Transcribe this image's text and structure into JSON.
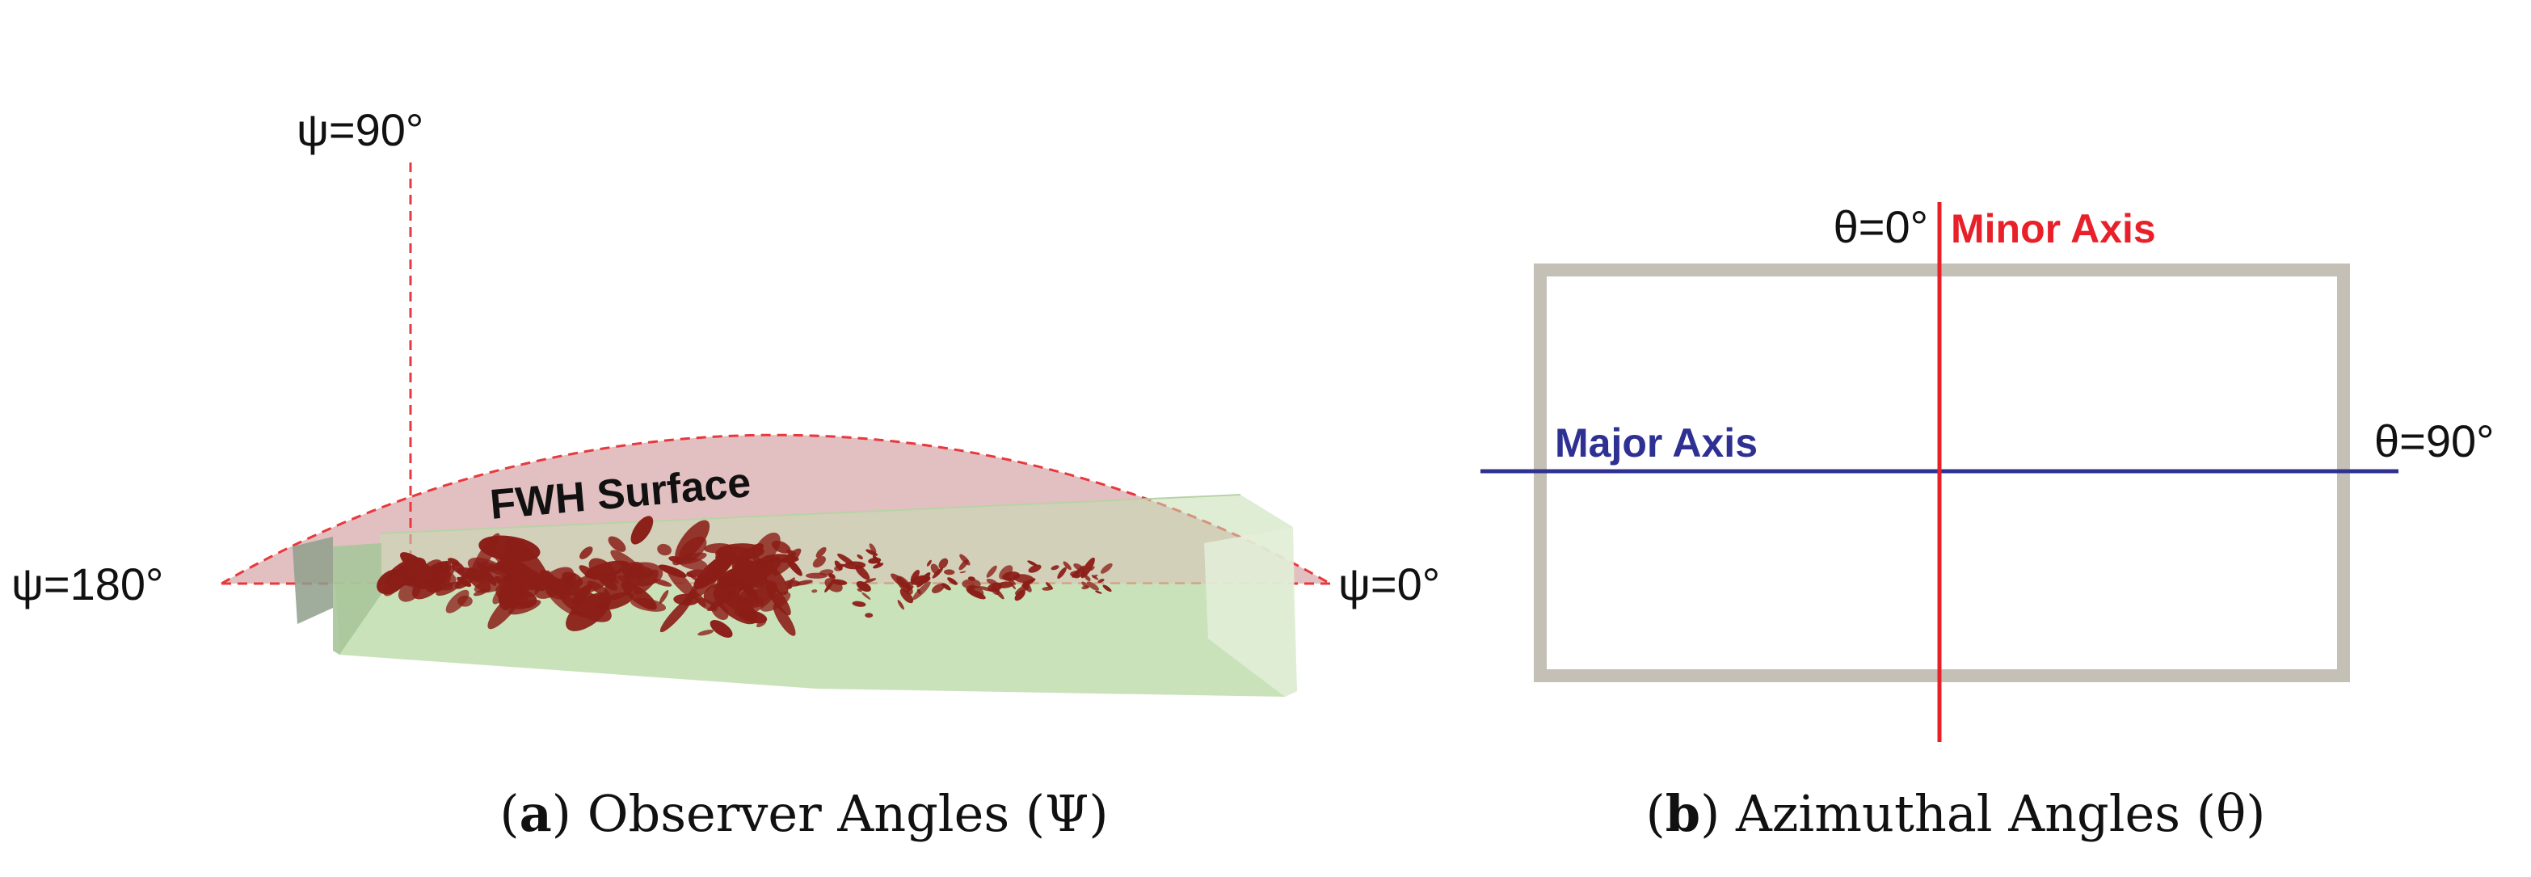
{
  "panel_a": {
    "labels": {
      "psi_90": "ψ=90°",
      "psi_180": "ψ=180°",
      "psi_0": "ψ=0°",
      "fwh_surface": "FWH Surface"
    },
    "caption": {
      "letter": "a",
      "text": "Observer Angles (Ψ)"
    }
  },
  "panel_b": {
    "labels": {
      "theta_0": "θ=0°",
      "minor_axis": "Minor Axis",
      "major_axis": "Major Axis",
      "theta_90": "θ=90°"
    },
    "caption": {
      "letter": "b",
      "text": "Azimuthal Angles (θ)"
    }
  },
  "colors": {
    "hemisphere_fill": "#e2bfc0",
    "hemisphere_edge": "#e8383d",
    "fwh_surface_fill": "#c4dfb2",
    "nozzle_fill": "#8f9f8c",
    "vortex_fill": "#8b1e17",
    "frame_stroke": "#c4c0b6",
    "minor_axis": "#e8202a",
    "major_axis": "#2e3192",
    "text": "#111111"
  }
}
